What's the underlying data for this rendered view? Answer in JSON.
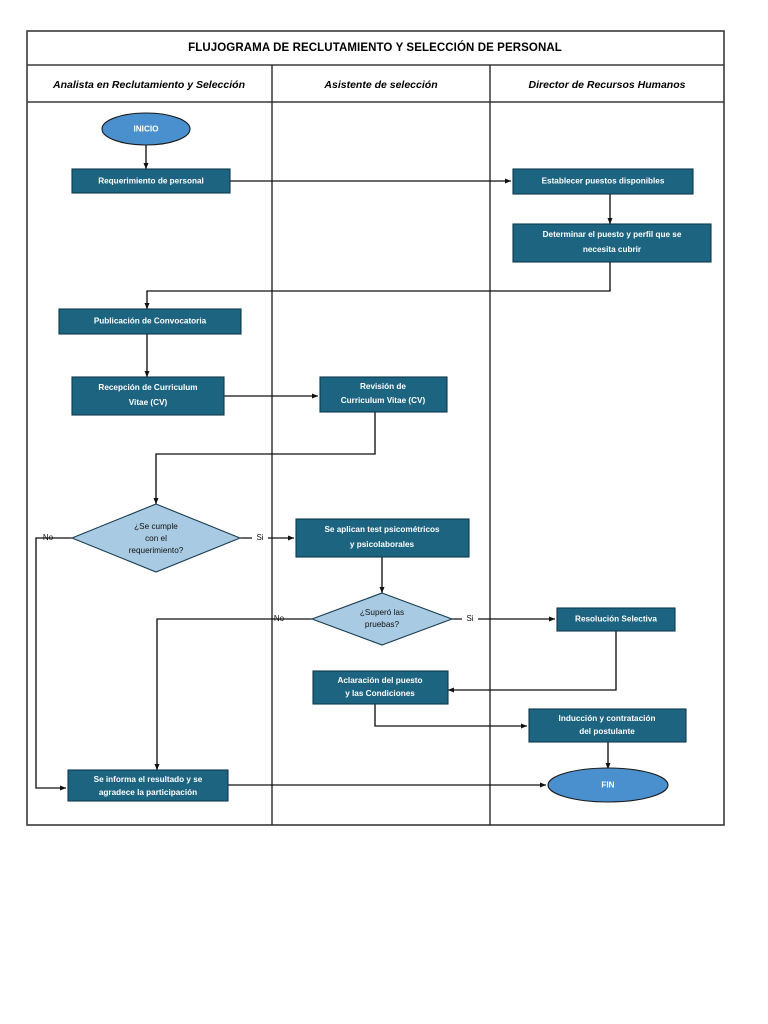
{
  "diagram": {
    "title": "FLUJOGRAMA DE RECLUTAMIENTO Y SELECCIÓN DE PERSONAL",
    "type": "swimlane-flowchart",
    "colors": {
      "process_fill": "#1d6480",
      "terminator_fill": "#4a90ce",
      "decision_fill": "#a8cbe3",
      "connector": "#111111",
      "frame": "#3a3a3a",
      "process_text": "#ffffff",
      "decision_text": "#111111"
    },
    "lanes": [
      {
        "id": "lane-analista",
        "label": "Analista en Reclutamiento y Selección"
      },
      {
        "id": "lane-asistente",
        "label": "Asistente de selección"
      },
      {
        "id": "lane-director",
        "label": "Director de Recursos Humanos"
      }
    ],
    "nodes": [
      {
        "id": "inicio",
        "lane": "lane-analista",
        "shape": "terminator",
        "label": "INICIO"
      },
      {
        "id": "requerimiento",
        "lane": "lane-analista",
        "shape": "process",
        "label": "Requerimiento de personal"
      },
      {
        "id": "establecer",
        "lane": "lane-director",
        "shape": "process",
        "label": "Establecer puestos disponibles"
      },
      {
        "id": "determinar",
        "lane": "lane-director",
        "shape": "process",
        "label": "Determinar el puesto y perfil que se necesita cubrir",
        "lines": [
          "Determinar el puesto y perfil que se",
          "necesita cubrir"
        ]
      },
      {
        "id": "publicacion",
        "lane": "lane-analista",
        "shape": "process",
        "label": "Publicación de Convocatoria"
      },
      {
        "id": "recepcion",
        "lane": "lane-analista",
        "shape": "process",
        "label": "Recepción de Curriculum Vitae (CV)",
        "lines": [
          "Recepción de Curriculum",
          "Vitae (CV)"
        ]
      },
      {
        "id": "revision",
        "lane": "lane-asistente",
        "shape": "process",
        "label": "Revisión de Curriculum Vitae (CV)",
        "lines": [
          "Revisión de",
          "Curriculum Vitae (CV)"
        ]
      },
      {
        "id": "decision-requerimiento",
        "lane": "lane-analista",
        "shape": "decision",
        "label": "¿Se cumple con el requerimiento?",
        "lines": [
          "¿Se cumple",
          "con el",
          "requerimiento?"
        ]
      },
      {
        "id": "test",
        "lane": "lane-asistente",
        "shape": "process",
        "label": "Se aplican test psicométricos y psicolaborales",
        "lines": [
          "Se aplican test psicométricos",
          "y psicolaborales"
        ]
      },
      {
        "id": "decision-pruebas",
        "lane": "lane-asistente",
        "shape": "decision",
        "label": "¿Superó las pruebas?",
        "lines": [
          "¿Superó las",
          "pruebas?"
        ]
      },
      {
        "id": "resolucion",
        "lane": "lane-director",
        "shape": "process",
        "label": "Resolución Selectiva"
      },
      {
        "id": "aclaracion",
        "lane": "lane-asistente",
        "shape": "process",
        "label": "Aclaración del puesto y las Condiciones",
        "lines": [
          "Aclaración del puesto",
          "y las Condiciones"
        ]
      },
      {
        "id": "induccion",
        "lane": "lane-director",
        "shape": "process",
        "label": "Inducción y contratación del postulante",
        "lines": [
          "Inducción y contratación",
          "del postulante"
        ]
      },
      {
        "id": "informa",
        "lane": "lane-analista",
        "shape": "process",
        "label": "Se informa el resultado y se agradece la participación",
        "lines": [
          "Se informa el resultado y se",
          "agradece la participación"
        ]
      },
      {
        "id": "fin",
        "lane": "lane-director",
        "shape": "terminator",
        "label": "FIN"
      }
    ],
    "edges": [
      {
        "id": "e-inicio-requerimiento",
        "from": "inicio",
        "to": "requerimiento",
        "label": ""
      },
      {
        "id": "e-requerimiento-establecer",
        "from": "requerimiento",
        "to": "establecer",
        "label": ""
      },
      {
        "id": "e-establecer-determinar",
        "from": "establecer",
        "to": "determinar",
        "label": ""
      },
      {
        "id": "e-determinar-publicacion",
        "from": "determinar",
        "to": "publicacion",
        "label": ""
      },
      {
        "id": "e-publicacion-recepcion",
        "from": "publicacion",
        "to": "recepcion",
        "label": ""
      },
      {
        "id": "e-recepcion-revision",
        "from": "recepcion",
        "to": "revision",
        "label": ""
      },
      {
        "id": "e-revision-decision",
        "from": "revision",
        "to": "decision-requerimiento",
        "label": ""
      },
      {
        "id": "e-decision-si-test",
        "from": "decision-requerimiento",
        "to": "test",
        "label": "Si"
      },
      {
        "id": "e-decision-no-informa",
        "from": "decision-requerimiento",
        "to": "informa",
        "label": "No"
      },
      {
        "id": "e-test-pruebas",
        "from": "test",
        "to": "decision-pruebas",
        "label": ""
      },
      {
        "id": "e-pruebas-si-resolucion",
        "from": "decision-pruebas",
        "to": "resolucion",
        "label": "Si"
      },
      {
        "id": "e-pruebas-no-informa",
        "from": "decision-pruebas",
        "to": "informa",
        "label": "No"
      },
      {
        "id": "e-resolucion-aclaracion",
        "from": "resolucion",
        "to": "aclaracion",
        "label": ""
      },
      {
        "id": "e-aclaracion-induccion",
        "from": "aclaracion",
        "to": "induccion",
        "label": ""
      },
      {
        "id": "e-induccion-fin",
        "from": "induccion",
        "to": "fin",
        "label": ""
      },
      {
        "id": "e-informa-fin",
        "from": "informa",
        "to": "fin",
        "label": ""
      }
    ],
    "edge_labels": {
      "si_1": "Si",
      "no_1": "No",
      "si_2": "Si",
      "no_2": "No"
    }
  }
}
